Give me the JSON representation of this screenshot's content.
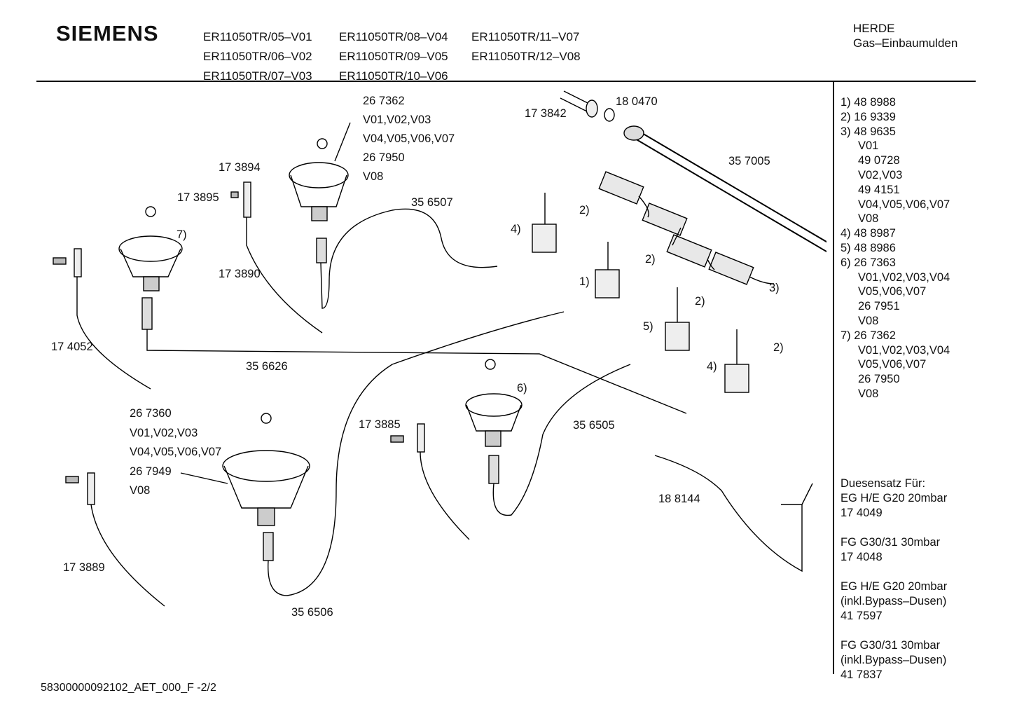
{
  "header": {
    "brand": "SIEMENS",
    "models": [
      "ER11050TR/05–V01",
      "ER11050TR/08–V04",
      "ER11050TR/11–V07",
      "ER11050TR/06–V02",
      "ER11050TR/09–V05",
      "ER11050TR/12–V08",
      "ER11050TR/07–V03",
      "ER11050TR/10–V06",
      ""
    ],
    "category_line1": "HERDE",
    "category_line2": "Gas–Einbaumulden"
  },
  "legend": [
    {
      "text": "1)  48 8988",
      "indent": false
    },
    {
      "text": "2)  16 9339",
      "indent": false
    },
    {
      "text": "3)  48 9635",
      "indent": false
    },
    {
      "text": "V01",
      "indent": true
    },
    {
      "text": "49 0728",
      "indent": true
    },
    {
      "text": "V02,V03",
      "indent": true
    },
    {
      "text": "49 4151",
      "indent": true
    },
    {
      "text": "V04,V05,V06,V07",
      "indent": true
    },
    {
      "text": "V08",
      "indent": true
    },
    {
      "text": "4)  48 8987",
      "indent": false
    },
    {
      "text": "5)  48 8986",
      "indent": false
    },
    {
      "text": "6)  26 7363",
      "indent": false
    },
    {
      "text": "V01,V02,V03,V04",
      "indent": true
    },
    {
      "text": "V05,V06,V07",
      "indent": true
    },
    {
      "text": "26 7951",
      "indent": true
    },
    {
      "text": "V08",
      "indent": true
    },
    {
      "text": "7)  26 7362",
      "indent": false
    },
    {
      "text": "V01,V02,V03,V04",
      "indent": true
    },
    {
      "text": "V05,V06,V07",
      "indent": true
    },
    {
      "text": "26 7950",
      "indent": true
    },
    {
      "text": "V08",
      "indent": true
    }
  ],
  "nozzles": [
    {
      "lines": [
        "Duesensatz Für:",
        "EG H/E G20 20mbar",
        "17 4049"
      ]
    },
    {
      "lines": [
        "FG G30/31 30mbar",
        "17 4048"
      ]
    },
    {
      "lines": [
        "EG H/E G20 20mbar",
        "(inkl.Bypass–Dusen)",
        "41 7597"
      ]
    },
    {
      "lines": [
        "FG G30/31 30mbar",
        "(inkl.Bypass–Dusen)",
        "41 7837"
      ]
    }
  ],
  "labels": {
    "burner_top": [
      "26 7362",
      "V01,V02,V03",
      "V04,V05,V06,V07",
      "26 7950",
      "V08"
    ],
    "burner_big": [
      "26 7360",
      "V01,V02,V03",
      "V04,V05,V06,V07",
      "26 7949",
      "V08"
    ],
    "p173842": "17 3842",
    "p180470": "18 0470",
    "p357005": "35 7005",
    "p173894": "17 3894",
    "p173895": "17 3895",
    "p356507": "35 6507",
    "p173890": "17 3890",
    "p174052": "17 4052",
    "p356626": "35 6626",
    "p173885": "17 3885",
    "p356505": "35 6505",
    "p188144": "18 8144",
    "p173889": "17 3889",
    "p356506": "35 6506",
    "c7": "7)",
    "c6": "6)",
    "c4a": "4)",
    "c2a": "2)",
    "c1": "1)",
    "c2b": "2)",
    "c5": "5)",
    "c2c": "2)",
    "c4b": "4)",
    "c2d": "2)",
    "c3": "3)"
  },
  "footer": "58300000092102_AET_000_F   -2/2"
}
